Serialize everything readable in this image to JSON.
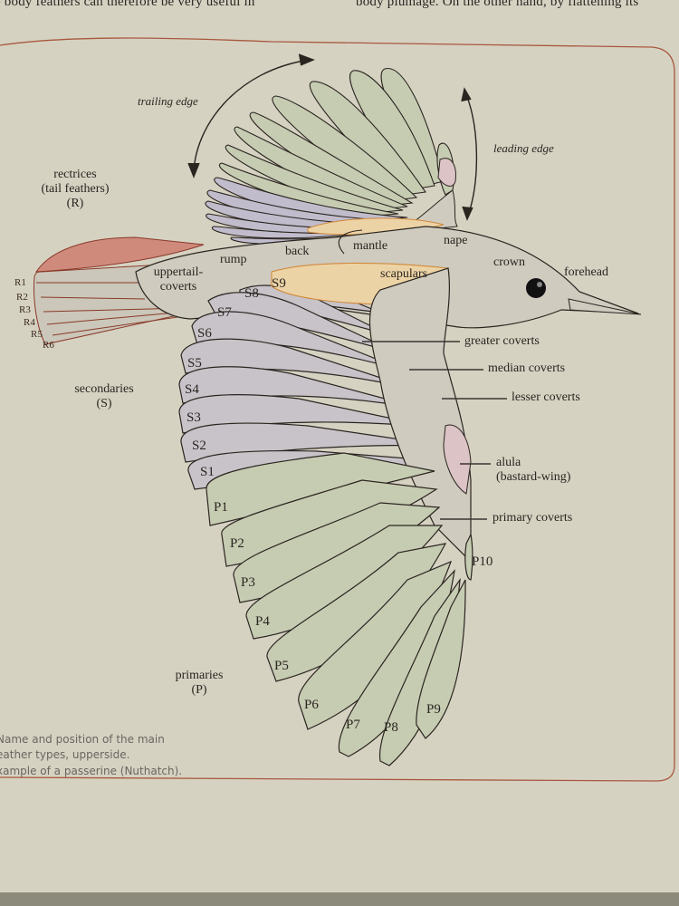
{
  "page": {
    "text_left": "e body feathers can therefore be very useful in",
    "text_right": "body plumage. On the other hand, by flattening its"
  },
  "figure": {
    "arrows": {
      "trailing_edge": "trailing edge",
      "leading_edge": "leading edge"
    },
    "groups": {
      "rectrices": "rectrices",
      "rectrices_sub": "(tail feathers)",
      "rectrices_abbr": "(R)",
      "secondaries": "secondaries",
      "secondaries_abbr": "(S)",
      "primaries": "primaries",
      "primaries_abbr": "(P)"
    },
    "body_parts": {
      "uppertail_coverts_1": "uppertail-",
      "uppertail_coverts_2": "coverts",
      "rump": "rump",
      "back": "back",
      "mantle": "mantle",
      "nape": "nape",
      "crown": "crown",
      "forehead": "forehead",
      "scapulars": "scapulars"
    },
    "callouts": {
      "greater_coverts": "greater coverts",
      "median_coverts": "median coverts",
      "lesser_coverts": "lesser coverts",
      "alula": "alula",
      "alula_sub": "(bastard-wing)",
      "primary_coverts": "primary coverts"
    },
    "rectrices": [
      "R1",
      "R2",
      "R3",
      "R4",
      "R5",
      "R6"
    ],
    "secondaries": [
      "S1",
      "S2",
      "S3",
      "S4",
      "S5",
      "S6",
      "S7",
      "S8",
      "S9"
    ],
    "primaries": [
      "P1",
      "P2",
      "P3",
      "P4",
      "P5",
      "P6",
      "P7",
      "P8",
      "P9",
      "P10"
    ],
    "colors": {
      "primaries": "#c6ccb2",
      "secondaries": "#c7c3c9",
      "upper_wing_secondaries": "#c1bccb",
      "tail": "#cf8a7c",
      "scapulars": "#ecd3a6",
      "alula": "#dcc3c6",
      "body": "#cfcbbf",
      "frame": "#a8583e"
    }
  },
  "caption": {
    "line1": "Name and position of the main",
    "line2": "eather types, upperside.",
    "line3": "xample of a passerine (Nuthatch)."
  }
}
